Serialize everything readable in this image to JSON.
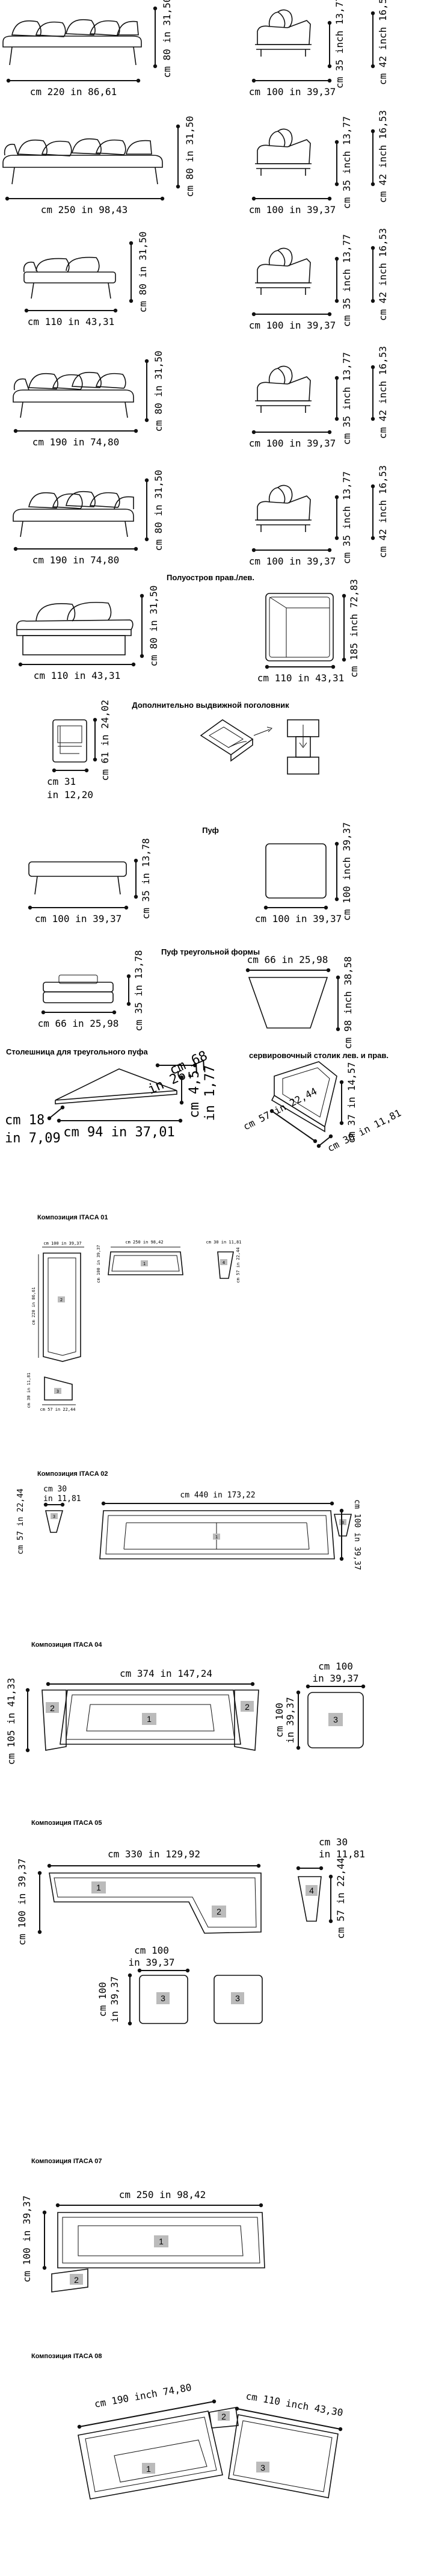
{
  "colors": {
    "line": "#111111",
    "badge": "#bbbbbb",
    "bg": "#ffffff"
  },
  "icons": {
    "dot": "dimension-endpoint-dot"
  },
  "sections": {
    "peninsula": "Полуостров прав./лев.",
    "pillow": "Дополнительно выдвижной поголовник",
    "pouf": "Пуф",
    "pouf_tri": "Пуф треугольной формы",
    "tabletop": "Столешница для треугольного пуфа",
    "side_table": "сервировочный столик лев. и прав.",
    "comp01": "Композиция ITACA 01",
    "comp02": "Композиция ITACA 02",
    "comp04": "Композиция ITACA 04",
    "comp05": "Композиция ITACA 05",
    "comp07": "Композиция ITACA 07",
    "comp08": "Композиция ITACA 08"
  },
  "dims": {
    "w220": "cm 220 in 86,61",
    "h80": "cm 80 in 31,50",
    "d100": "cm 100 in 39,37",
    "h35": "cm 35 inch 13,77",
    "h42": "cm 42 inch 16,53",
    "w250": "cm 250 in 98,43",
    "w110": "cm 110 in 43,31",
    "w190": "cm 190 in 74,80",
    "h185": "cm 185 inch 72,83",
    "h61": "cm 61 in 24,02",
    "w31a": "cm 31",
    "w31b": "in 12,20",
    "h35b": "cm 35 in 13,78",
    "d100b": "cm 100 inch 39,37",
    "w66": "cm 66 in 25,98",
    "h98": "cm 98 inch 38,58",
    "w68a": "cm 68",
    "w68b": "in 26,77",
    "h45a": "cm 4,5",
    "h45b": "in 1,77",
    "w18a": "cm 18",
    "w18b": "in 7,09",
    "w94": "cm 94 in 37,01",
    "h37": "cm 37 in 14,57",
    "w57": "cm 57 in 22,44",
    "w30": "cm 30 in 11,81",
    "w440": "cm 440 in 173,22",
    "w30a": "cm 30",
    "w30b": "in 11,81",
    "d57": "cm 57 in 22,44",
    "d100c": "cm 100 in 39,37",
    "w374": "cm 374 in 147,24",
    "d105": "cm 105 in 41,33",
    "w100a": "cm 100",
    "w100b": "in 39,37",
    "w330": "cm 330 in 129,92",
    "w250b": "cm 250 in 98,42",
    "w190b": "cm 190 inch 74,80",
    "w110b": "cm 110 inch 43,30",
    "small01a": "cm 100 in 39,37",
    "small01b": "cm 250 in 98,42",
    "small01c": "cm 30 in 11,81",
    "small01d": "cm 100 in 39,37",
    "small01e": "cm 57 in 22,44",
    "small01f": "cm 220 in 86,61",
    "small01g": "cm 57 in 22,44",
    "small01h": "cm 30 in 11,81"
  },
  "badges": {
    "b1": "1",
    "b2": "2",
    "b3": "3",
    "b4": "4"
  }
}
